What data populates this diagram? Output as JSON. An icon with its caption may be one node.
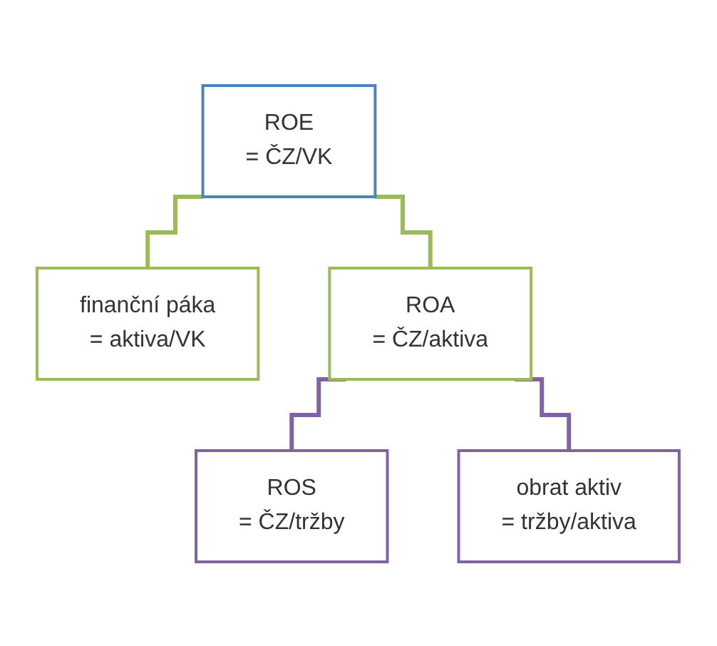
{
  "diagram": {
    "nodes": [
      {
        "text": [
          "ROE",
          "= ČZ/VK"
        ]
      },
      {
        "text": [
          "finanční páka",
          "= aktiva/VK"
        ]
      },
      {
        "text": [
          "ROA",
          "= ČZ/aktiva"
        ]
      },
      {
        "text": [
          "ROS",
          "= ČZ/tržby"
        ]
      },
      {
        "text": [
          "obrat aktiv",
          "= tržby/aktiva"
        ]
      }
    ],
    "edges": [
      {
        "from": 0,
        "to": 1,
        "arrow": "none",
        "color": "#9bbb59"
      },
      {
        "from": 0,
        "to": 2,
        "arrow": "none",
        "color": "#9bbb59"
      },
      {
        "from": 2,
        "to": 3,
        "arrow": "none",
        "color": "#8064a2"
      },
      {
        "from": 2,
        "to": 4,
        "arrow": "none",
        "color": "#8064a2"
      }
    ]
  }
}
